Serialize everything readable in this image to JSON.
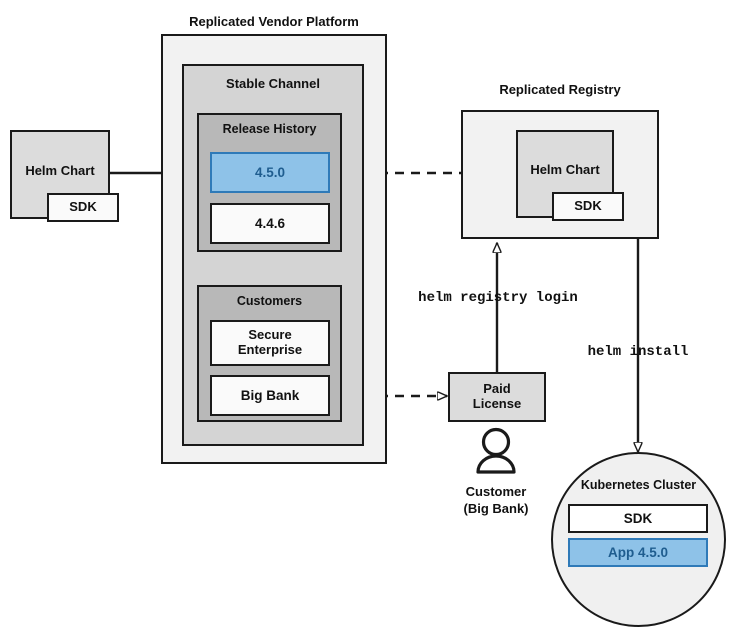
{
  "diagram": {
    "type": "architecture-flow",
    "titles": {
      "vendor_platform": "Replicated Vendor Platform",
      "registry": "Replicated Registry"
    },
    "groups": {
      "stable_channel": "Stable Channel",
      "release_history": "Release History",
      "customers": "Customers",
      "kubernetes_cluster": "Kubernetes Cluster"
    },
    "nodes": {
      "source_helm_chart": "Helm Chart",
      "source_sdk": "SDK",
      "release_current": "4.5.0",
      "release_previous": "4.4.6",
      "customer_secure_enterprise": "Secure Enterprise",
      "customer_big_bank": "Big Bank",
      "registry_helm_chart": "Helm Chart",
      "registry_sdk": "SDK",
      "paid_license": "Paid License",
      "cluster_sdk": "SDK",
      "cluster_app": "App 4.5.0"
    },
    "actor": {
      "line1": "Customer",
      "line2": "(Big Bank)",
      "icon": "person-icon"
    },
    "commands": {
      "registry_login": "helm registry login",
      "install": "helm install"
    },
    "colors": {
      "accent_blue_fill": "#8ec2e8",
      "accent_blue_border": "#2f7ab8",
      "accent_blue_text": "#1f5d8f",
      "outer_fill": "#f2f2f2",
      "channel_fill": "#d4d4d4",
      "inner_fill": "#b8b8b8",
      "node_fill": "#dcdcdc",
      "white_fill": "#fafafa",
      "stroke": "#1a1a1a"
    }
  }
}
